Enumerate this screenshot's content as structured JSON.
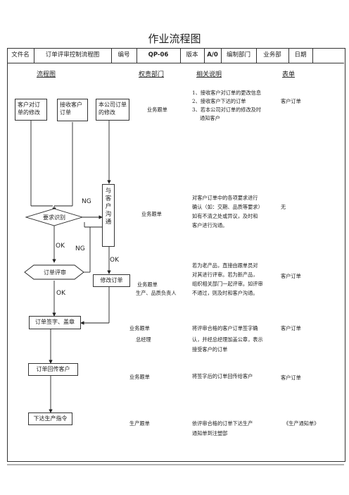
{
  "title": "作业流程图",
  "header": {
    "file_name_label": "文件名",
    "file_name_value": "订单评审控制流程图",
    "code_label": "编号",
    "code_value": "QP-06",
    "version_label": "版本",
    "version_value": "A/0",
    "dept_label": "编制部门",
    "dept_value": "业务部",
    "date_label": "日期",
    "date_value": ""
  },
  "columns": {
    "flow": "流程图",
    "responsible": "权责部门",
    "explanation": "相关说明",
    "forms": "表单"
  },
  "flow": {
    "customer_change": "客户对订单的修改",
    "receive_order": "接收客户订单",
    "company_change": "本公司订单的修改",
    "communicate": "与客户沟通",
    "requirement_check": "要求识别",
    "order_review": "订单评审",
    "modify_order": "修改订单",
    "sign_stamp": "订单签字、盖章",
    "return_order": "订单回传客户",
    "production_order": "下达生产指令",
    "ng1": "NG",
    "ng2": "NG",
    "ok1": "OK",
    "ok2": "OK",
    "ok3": "OK"
  },
  "rows": [
    {
      "dept": "业务跟单",
      "explain": [
        "1、接收客户对订单的更改信息",
        "2、接收客户下达的订单",
        "3、若本公司对订单的修改及时",
        "通知客户"
      ],
      "form": "客户订单"
    },
    {
      "dept": "业务跟单",
      "explain": [
        "对客户订单中的各项要求进行",
        "确认（如：交期、品质等要求）",
        "如有不清之处或异议，及时和",
        "客户进行沟通。"
      ],
      "form": "无"
    },
    {
      "dept": "业务跟单",
      "dept2": "生产、品质负责人",
      "explain": [
        "若为老产品，直接由跟单员对",
        "对其进行评审。若为新产品，",
        "组织相关部门一起评审。如评审",
        "不通过，则及时和客户沟通。"
      ],
      "form": "客户订单"
    },
    {
      "dept": "业务跟单",
      "dept2": "总经理",
      "explain": [
        "将评审合格的客户订单签字确",
        "认，并经总经理加盖公章，表示",
        "接受客户的订单"
      ],
      "form": "客户订单"
    },
    {
      "dept": "业务跟单",
      "explain": [
        "将签字后的订单回传给客户"
      ],
      "form": "客户订单"
    },
    {
      "dept": "生产跟单",
      "explain": [
        "依评审合格的订单下达生产",
        "通知单到注塑部"
      ],
      "form": "《生产通知单》"
    }
  ]
}
